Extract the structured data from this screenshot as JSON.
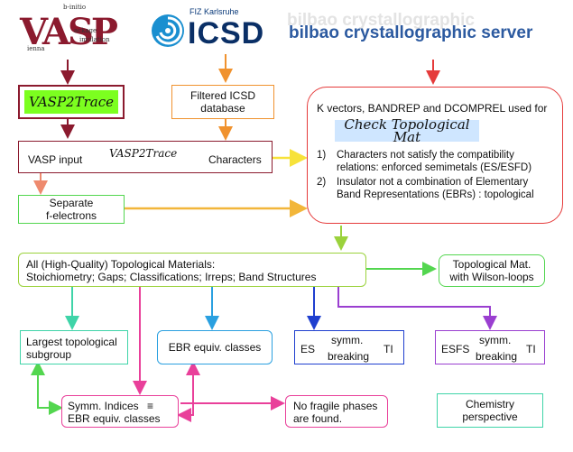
{
  "logos": {
    "vasp": {
      "mark": "VASP",
      "lines": [
        "b-initio",
        "ackage",
        "imulation",
        "ienna"
      ]
    },
    "icsd": {
      "org": "FIZ Karlsruhe",
      "name": "ICSD"
    },
    "bilbao": {
      "name": "bilbao crystallographic server",
      "ghost": "bilbao crystallographic"
    }
  },
  "nodes": {
    "vasp2trace": "VASP2Trace",
    "filtered_icsd": [
      "Filtered ICSD",
      "database"
    ],
    "vasp_input": {
      "left": "VASP input",
      "arrow_label": "VASP2Trace",
      "right": "Characters"
    },
    "separate_f": [
      "Separate",
      "f-electrons"
    ],
    "check": {
      "intro": "K vectors, BANDREP and DCOMPREL used for",
      "title": "Check Topological Mat",
      "items": [
        {
          "num": "1)",
          "lines": [
            "Characters not satisfy the compatibility",
            "relations: enforced semimetals (ES/ESFD)"
          ]
        },
        {
          "num": "2)",
          "lines": [
            "Insulator not a combination of Elementary",
            "Band Representations (EBRs) : topological"
          ]
        }
      ]
    },
    "all_materials": [
      "All (High-Quality) Topological Materials:",
      "Stoichiometry; Gaps; Classifications; Irreps; Band Structures"
    ],
    "wilson": [
      "Topological Mat.",
      "with Wilson-loops"
    ],
    "largest": [
      "Largest topological",
      "subgroup"
    ],
    "ebr_classes": "EBR equiv. classes",
    "es": {
      "left": "ES",
      "top": "symm.",
      "bottom": "breaking",
      "right": "TI"
    },
    "esfs": {
      "left": "ESFS",
      "top": "symm.",
      "bottom": "breaking",
      "right": "TI"
    },
    "symm_indices": {
      "line1": "Symm. Indices",
      "equiv": "≡",
      "line2": "EBR equiv. classes"
    },
    "no_fragile": [
      "No fragile phases",
      "are found."
    ],
    "chemistry": [
      "Chemistry",
      "perspective"
    ]
  },
  "colors": {
    "dark_red": "#8b1a2e",
    "orange": "#f0922e",
    "red": "#e53b3b",
    "green": "#53d64f",
    "salmon": "#ee8a6e",
    "gold": "#f2b63a",
    "olive": "#9bd23c",
    "teal": "#3fd4a8",
    "magenta": "#e9409a",
    "sky": "#2aa0e0",
    "navy": "#1f3fcf",
    "purple": "#9a3fd0",
    "yellow": "#f7e23a",
    "lime_fill": "#7cff1f"
  }
}
